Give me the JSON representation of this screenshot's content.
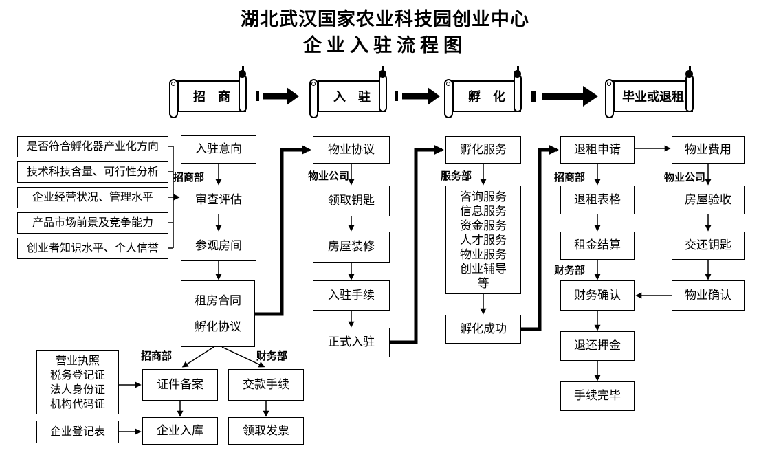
{
  "title": {
    "line1": "湖北武汉国家农业科技园创业中心",
    "line2": "企业入驻流程图"
  },
  "banners": {
    "b1": "招　商",
    "b2": "入　驻",
    "b3": "孵　化",
    "b4": "毕业或退租"
  },
  "depts": {
    "marketing": "招商部",
    "finance": "财务部",
    "property": "物业公司",
    "service": "服务部"
  },
  "criteria": [
    "是否符合孵化器产业化方向",
    "技术科技含量、可行性分析",
    "企业经营状况、管理水平",
    "产品市场前景及竞争能力",
    "创业者知识水平、个人信誉"
  ],
  "nodes": {
    "intent": "入驻意向",
    "review": "审查评估",
    "visit": "参观房间",
    "contract": [
      "租房合同",
      "孵化协议"
    ],
    "docs": [
      "营业执照",
      "税务登记证",
      "法人身份证",
      "机构代码证"
    ],
    "reg_form": "企业登记表",
    "cert_filing": "证件备案",
    "payment": "交款手续",
    "db_entry": "企业入库",
    "invoice": "领取发票",
    "prop_agreement": "物业协议",
    "get_keys": "领取钥匙",
    "renovation": "房屋装修",
    "checkin_proc": "入驻手续",
    "official_checkin": "正式入驻",
    "incub_service": "孵化服务",
    "services": [
      "咨询服务",
      "信息服务",
      "资金服务",
      "人才服务",
      "物业服务",
      "创业辅导",
      "等"
    ],
    "incub_success": "孵化成功",
    "termination": "退租申请",
    "term_form": "退租表格",
    "rent_settle": "租金结算",
    "fin_confirm": "财务确认",
    "refund": "退还押金",
    "complete": "手续完毕",
    "prop_fee": "物业费用",
    "inspection": "房屋验收",
    "return_keys": "交还钥匙",
    "prop_confirm": "物业确认"
  },
  "colors": {
    "ink": "#000000",
    "paper": "#ffffff"
  }
}
